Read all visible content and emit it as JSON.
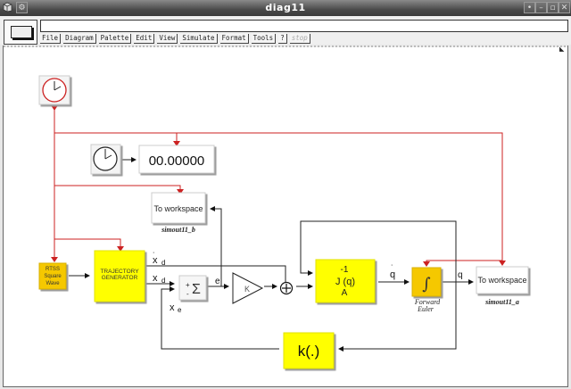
{
  "window": {
    "title": "diag11",
    "controls": [
      "pin",
      "minimize",
      "restore",
      "close"
    ]
  },
  "toolbar": {
    "message_field": "",
    "menu": [
      {
        "label": "File",
        "enabled": true
      },
      {
        "label": "Diagram",
        "enabled": true
      },
      {
        "label": "Palette",
        "enabled": true
      },
      {
        "label": "Edit",
        "enabled": true
      },
      {
        "label": "View",
        "enabled": true
      },
      {
        "label": "Simulate",
        "enabled": true
      },
      {
        "label": "Format",
        "enabled": true
      },
      {
        "label": "Tools",
        "enabled": true
      },
      {
        "label": "?",
        "enabled": true
      },
      {
        "label": "stop",
        "enabled": false
      }
    ]
  },
  "diagram": {
    "colors": {
      "activation_link": "#cc2222",
      "regular_link": "#222222",
      "yellow_block": "#ffff00",
      "orange_block": "#f5c800",
      "white_block": "#ffffff"
    },
    "blocks": {
      "clock_main": {
        "icon": "clock-icon"
      },
      "clock_display": {
        "icon": "clock-icon"
      },
      "time_display": {
        "value": "00.00000"
      },
      "to_workspace_b": {
        "label": "To workspace",
        "caption": "simout11_b"
      },
      "rtss_square_wave": {
        "line1": "RTSS",
        "line2": "Square",
        "line3": "Wave"
      },
      "trajectory_generator": {
        "line1": "TRAJECTORY",
        "line2": "GENERATOR"
      },
      "sum": {
        "plus": "+",
        "minus": "-",
        "symbol": "Σ"
      },
      "gain": {
        "label": "K"
      },
      "sum_junction": {
        "symbol": "+"
      },
      "jacobian_inverse": {
        "sup": "-1",
        "main": "J  (q)",
        "sub": "A"
      },
      "forward_euler": {
        "caption1": "Forward",
        "caption2": "Euler",
        "symbol": "∫"
      },
      "to_workspace_a": {
        "label": "To workspace",
        "caption": "simout11_a"
      },
      "kinematics": {
        "label": "k(.)"
      }
    },
    "signals": {
      "xdot_d": {
        "base": "x",
        "accent": "˙",
        "sub": "d"
      },
      "x_d": {
        "base": "x",
        "sub": "d"
      },
      "x_e": {
        "base": "x",
        "sub": "e"
      },
      "e": {
        "label": "e"
      },
      "qdot": {
        "base": "q",
        "accent": "˙"
      },
      "q": {
        "label": "q"
      }
    }
  }
}
